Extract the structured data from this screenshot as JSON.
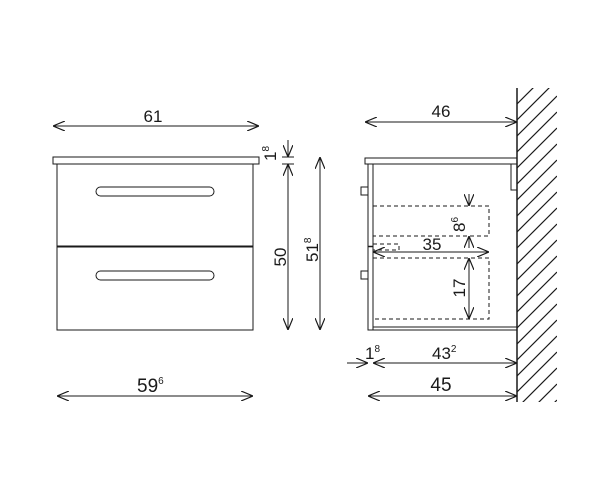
{
  "front_view": {
    "top_width": "61",
    "top_thickness": {
      "base": "1",
      "sup": "8"
    },
    "carcass_height": "50",
    "total_height": {
      "base": "51",
      "sup": "8"
    },
    "base_width": {
      "base": "59",
      "sup": "6"
    }
  },
  "side_view": {
    "top_depth": "46",
    "drawer_inner_height_top": {
      "base": "8",
      "sup": "6"
    },
    "drawer_depth": "35",
    "drawer_inner_height_bottom": "17",
    "panel_thickness": {
      "base": "1",
      "sup": "8"
    },
    "inner_depth": {
      "base": "43",
      "sup": "2"
    },
    "total_depth": "45"
  },
  "colors": {
    "line": "#1a1a1a",
    "background": "#ffffff"
  }
}
